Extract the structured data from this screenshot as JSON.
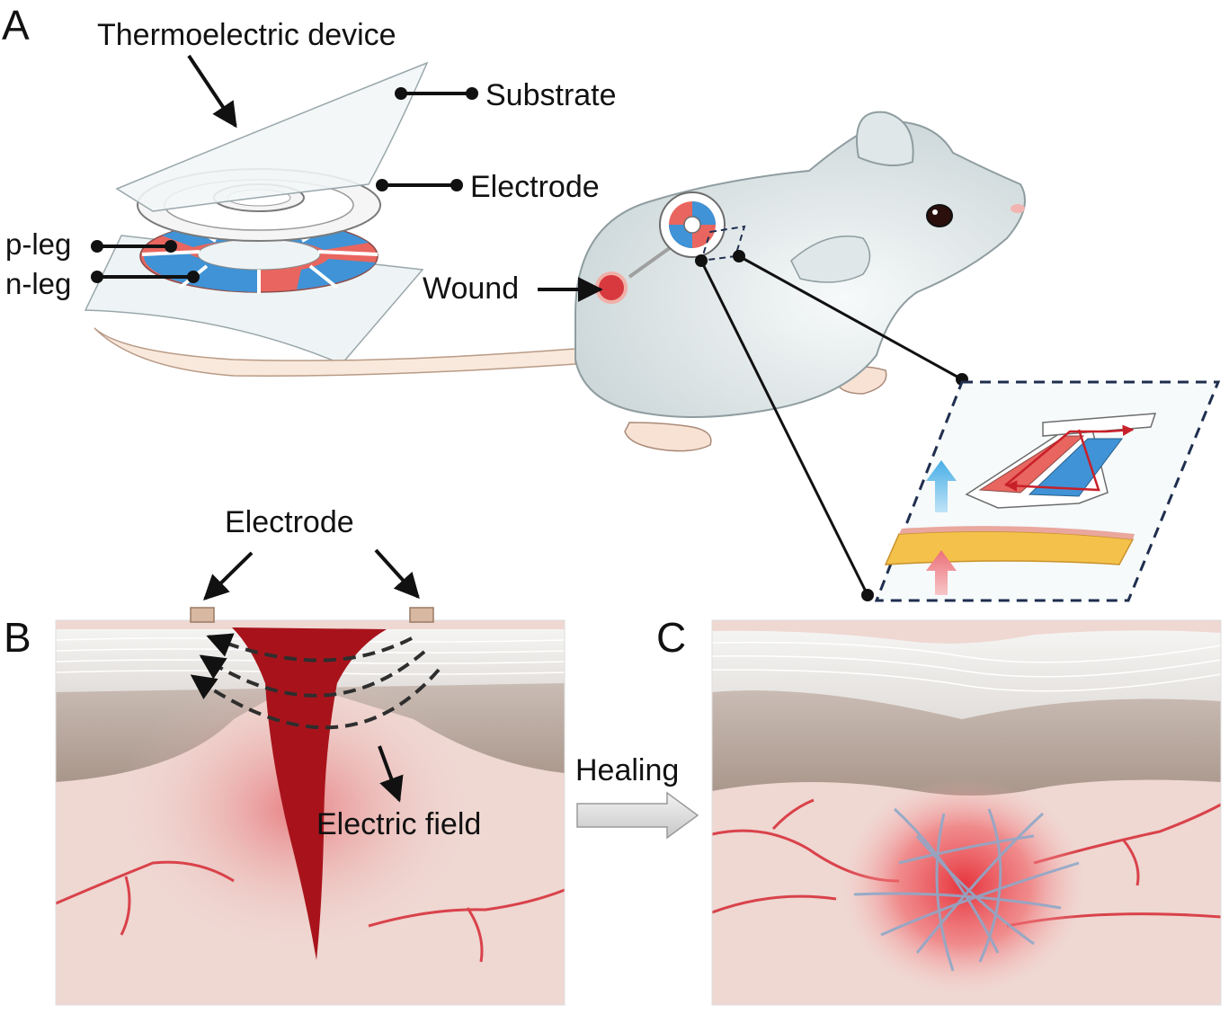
{
  "panels": {
    "a": {
      "letter": "A"
    },
    "b": {
      "letter": "B"
    },
    "c": {
      "letter": "C"
    }
  },
  "labels": {
    "thermoelectric_device": "Thermoelectric device",
    "substrate": "Substrate",
    "electrode_top": "Electrode",
    "p_leg": "p-leg",
    "n_leg": "n-leg",
    "wound": "Wound",
    "electrode_bottom": "Electrode",
    "electric_field": "Electric field",
    "healing": "Healing"
  },
  "colors": {
    "p_leg": "#e8665f",
    "n_leg": "#3f93d6",
    "mouse_body": "#e6ecec",
    "wound_red": "#b51a20",
    "skin_dermis": "#efd7d2",
    "blood_vessel": "#d9424a",
    "fiber_blue": "#8fa8c8",
    "dashed_frame": "#1f2e4f"
  }
}
